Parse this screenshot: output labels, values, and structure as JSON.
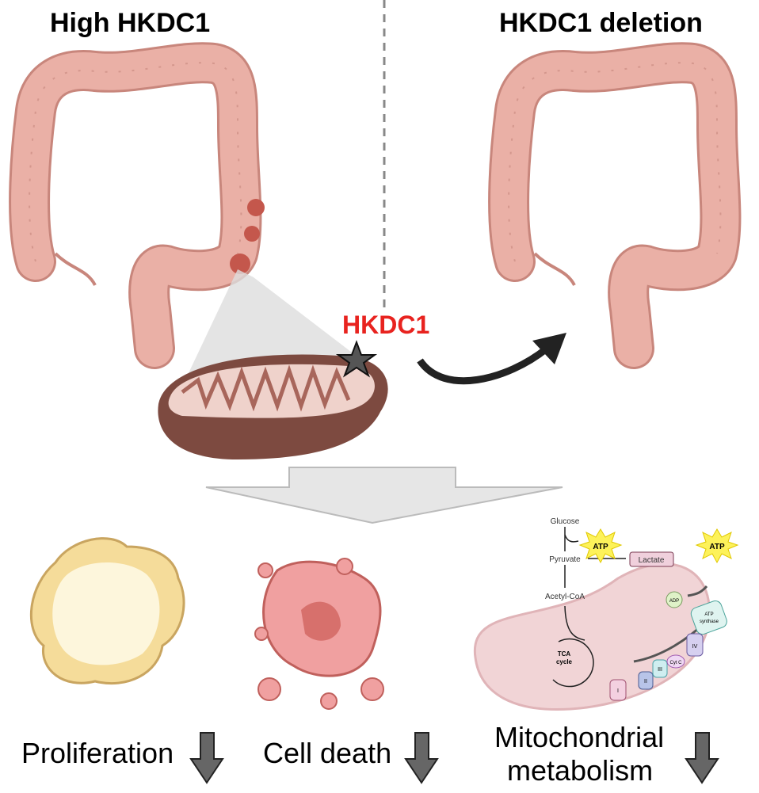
{
  "titles": {
    "left": "High HKDC1",
    "right": "HKDC1 deletion"
  },
  "protein_label": "HKDC1",
  "outcomes": [
    {
      "label": "Proliferation"
    },
    {
      "label": "Cell death"
    },
    {
      "label_line1": "Mitochondrial",
      "label_line2": "metabolism"
    }
  ],
  "metabolism": {
    "glucose": "Glucose",
    "atp1": "ATP",
    "pyruvate": "Pyruvate",
    "lactate": "Lactate",
    "acetyl_coa": "Acetyl-CoA",
    "tca_line1": "TCA",
    "tca_line2": "cycle",
    "adp": "ADP",
    "atp2": "ATP",
    "atp_synthase_line1": "ATP",
    "atp_synthase_line2": "synthase",
    "complexes": [
      "I",
      "II",
      "III",
      "Cyt C",
      "IV"
    ]
  },
  "colors": {
    "colon": "#eab0a6",
    "colon_outline": "#c8867c",
    "hkdc1": "#e8231f",
    "arrow_gray": "#6b6b6b",
    "mito": "#7d4a40"
  }
}
